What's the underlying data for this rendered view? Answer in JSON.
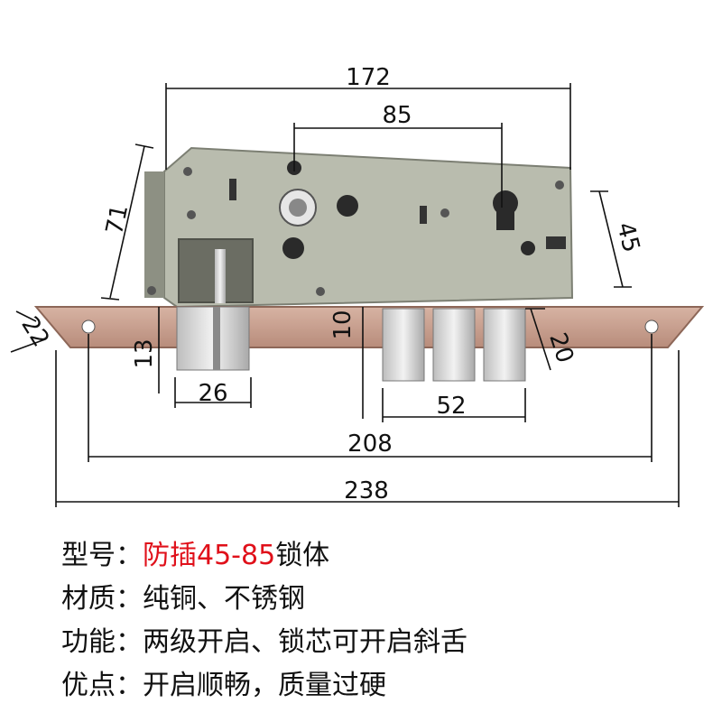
{
  "dimensions": {
    "width_total": "172",
    "cylinder_to_knob": "85",
    "height_top": "71",
    "cylinder_offset": "45",
    "faceplate_width": "22",
    "latch_height": "13",
    "latch_width": "26",
    "bolt_inset": "10",
    "bolt_throw": "20",
    "bolt_span": "52",
    "screw_span": "208",
    "faceplate_length": "238"
  },
  "specs": [
    {
      "label": "型号：",
      "value": "防插45-85",
      "suffix": "锁体"
    },
    {
      "label": "材质：",
      "value": "纯铜、不锈钢",
      "suffix": ""
    },
    {
      "label": "功能：",
      "value": "两级开启、锁芯可开启斜舌",
      "suffix": ""
    },
    {
      "label": "优点：",
      "value": "开启顺畅，质量过硬",
      "suffix": ""
    }
  ],
  "colors": {
    "body": "#b9bcae",
    "faceplate": "#c9a08f",
    "steel": "#d9d9d9",
    "accent_red": "#e0101a"
  }
}
